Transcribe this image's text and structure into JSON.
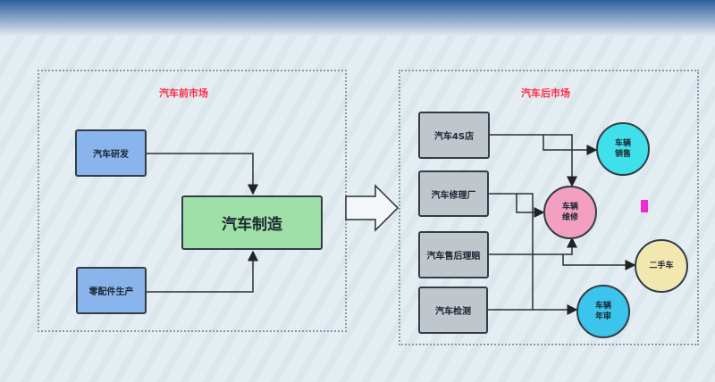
{
  "pre_market": {
    "title": "汽车前市场",
    "rd": "汽车研发",
    "parts": "零配件生产",
    "manufacturing": "汽车制造"
  },
  "after_market": {
    "title": "汽车后市场",
    "sources": [
      "汽车4S店",
      "汽车修理厂",
      "汽车售后理赔",
      "汽车检测"
    ],
    "sales": [
      "车辆",
      "销售"
    ],
    "repair": [
      "车辆",
      "维修"
    ],
    "used": "二手车",
    "inspection": [
      "车辆",
      "年审"
    ]
  },
  "colors": {
    "title": "#ff2a4a",
    "blue_box": "#8ab4ec",
    "green_box": "#9ee0a8",
    "gray_box": "#bfc6cc",
    "sales": "#3fe0ea",
    "repair": "#f3a0c0",
    "used": "#f3e7b0",
    "inspection": "#3bc4ec"
  }
}
